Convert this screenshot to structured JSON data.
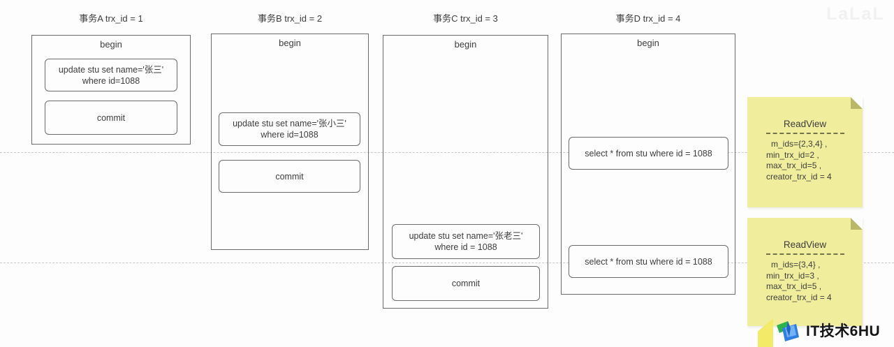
{
  "page": {
    "watermark": "LaLaL"
  },
  "colors": {
    "page_bg": "#fdfdfd",
    "box_border": "#6b6b6b",
    "text": "#3d3d3d",
    "timeline": "#c8c8c8",
    "note_bg": "#f0ee9d",
    "note_fold": "#b9b868",
    "corner_yellow": "#f3ea67",
    "logo_green": "#2eb34a",
    "logo_blue": "#2f7de1",
    "logo_lightblue": "#74b3f3"
  },
  "transactions": [
    {
      "title": "事务A trx_id = 1",
      "begin_label": "begin",
      "statements": [
        {
          "line1": "update stu set name='张三'",
          "line2": "where id=1088"
        },
        {
          "line1": "commit"
        }
      ]
    },
    {
      "title": "事务B trx_id = 2",
      "begin_label": "begin",
      "statements": [
        {
          "line1": "update stu set name='张小三'",
          "line2": "where id=1088"
        },
        {
          "line1": "commit"
        }
      ]
    },
    {
      "title": "事务C trx_id = 3",
      "begin_label": "begin",
      "statements": [
        {
          "line1": "update stu set name='张老三'",
          "line2": "where id = 1088"
        },
        {
          "line1": "commit"
        }
      ]
    },
    {
      "title": "事务D trx_id = 4",
      "begin_label": "begin",
      "statements": [
        {
          "line1": "select * from stu where id = 1088"
        },
        {
          "line1": "select * from stu where id = 1088"
        }
      ]
    }
  ],
  "readviews": [
    {
      "title": "ReadView",
      "lines": [
        "m_ids={2,3,4} ,",
        "min_trx_id=2 ,",
        "max_trx_id=5 ,",
        "creator_trx_id = 4"
      ]
    },
    {
      "title": "ReadView",
      "lines": [
        "m_ids={3,4} ,",
        "min_trx_id=3 ,",
        "max_trx_id=5 ,",
        "creator_trx_id = 4"
      ]
    }
  ],
  "logo": {
    "text": "IT技术6HU"
  }
}
